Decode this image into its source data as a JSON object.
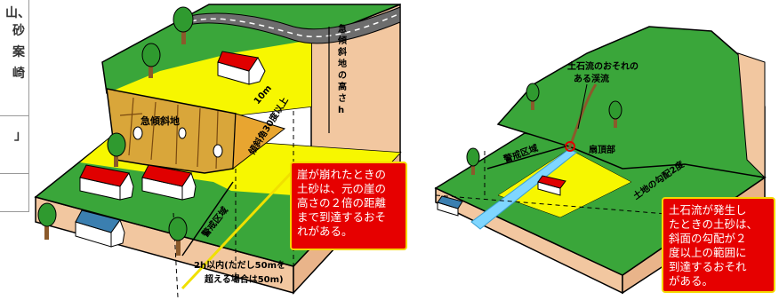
{
  "left_panel": {
    "side_table_chars": [
      "山、",
      "砂",
      "案",
      "崎",
      "」"
    ],
    "steep_slope_label": "急傾斜地",
    "height_label": "急傾斜地の高さh",
    "distance_label": "10m",
    "angle_label": "傾斜角30度以上",
    "caution_zone_label": "警戒区域",
    "extent_line1": "2h以内(ただし50mを",
    "extent_line2": "超える場合は50m)",
    "callout_lines": [
      "崖が崩れたときの",
      "土砂は、元の崖の",
      "高さの２倍の距離",
      "まで到達するおそ",
      "れがある。"
    ]
  },
  "right_panel": {
    "stream_label_line1": "土石流のおそれの",
    "stream_label_line2": "ある渓流",
    "caution_zone_label": "警戒区域",
    "apex_label": "扇頂部",
    "slope_label": "土地の勾配2度",
    "callout_lines": [
      "土石流が発生し",
      "たときの土砂は、",
      "斜面の勾配が２",
      "度以上の範囲に",
      "到達するおそれ",
      "がある。"
    ]
  },
  "colors": {
    "grass_green": "#3aa63a",
    "yellow_zone": "#f7f700",
    "soil": "#f2c7a0",
    "cliff": "#d9a63a",
    "callout_red": "#e60000",
    "callout_border": "#f5d800"
  }
}
